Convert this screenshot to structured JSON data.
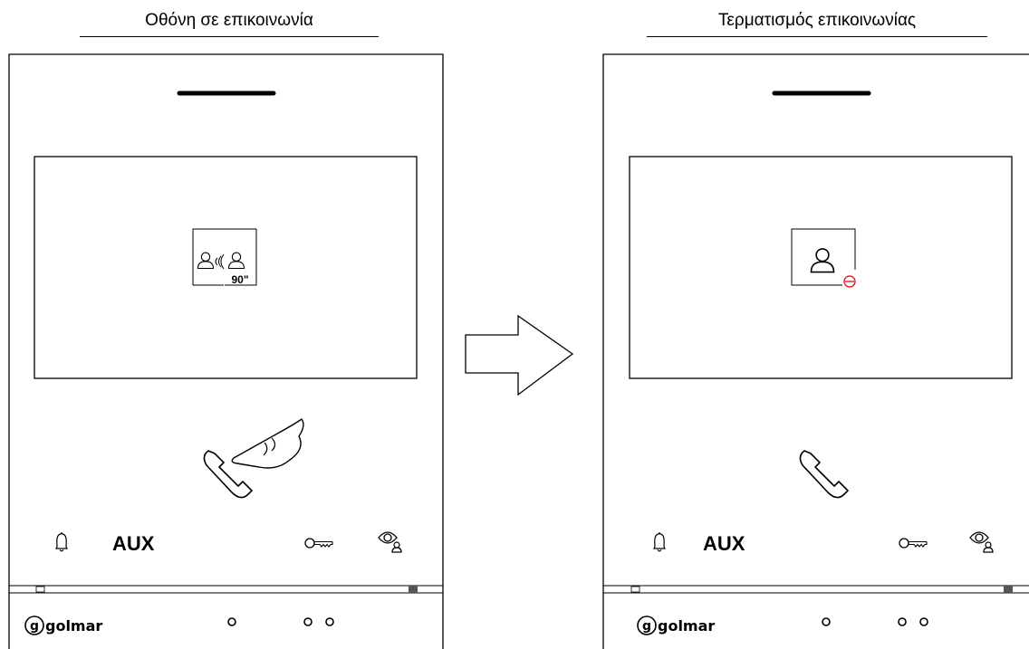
{
  "left_panel": {
    "caption": "Οθόνη σε επικοινωνία",
    "call_timer": "90\"",
    "aux_label": "AUX",
    "brand": "golmar"
  },
  "right_panel": {
    "caption": "Τερματισμός επικοινωνίας",
    "aux_label": "AUX",
    "brand": "golmar"
  },
  "colors": {
    "outline": "#000000",
    "end_call_badge": "#e0202a"
  },
  "icons": {
    "left_screen": "in-communication-icon",
    "right_screen": "end-of-communication-icon",
    "transition": "right-arrow-icon",
    "handset": "handset-icon",
    "touch": "pointing-hand-icon",
    "bell": "bell-icon",
    "key": "key-icon",
    "monitor": "eye-person-icon"
  }
}
